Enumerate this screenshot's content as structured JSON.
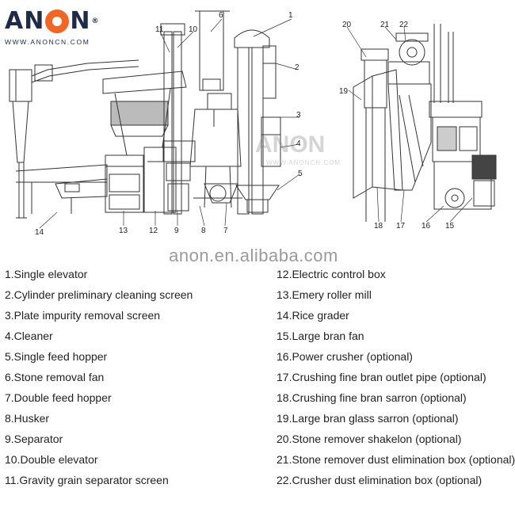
{
  "logo": {
    "brand_letters": [
      "A",
      "N",
      "O",
      "N"
    ],
    "registered": "®",
    "website": "WWW.ANONCN.COM"
  },
  "watermark": {
    "brand": "ANON",
    "website": "WWW.ANONCN.COM",
    "center_text": "anon.en.alibaba.com"
  },
  "diagram": {
    "callouts": [
      "1",
      "2",
      "3",
      "4",
      "5",
      "6",
      "7",
      "8",
      "9",
      "10",
      "11",
      "12",
      "13",
      "14",
      "15",
      "16",
      "17",
      "18",
      "19",
      "20",
      "21",
      "22"
    ]
  },
  "legend": {
    "left": [
      "1.Single elevator",
      "2.Cylinder preliminary  cleaning screen",
      "3.Plate impurity removal screen",
      "4.Cleaner",
      "5.Single feed hopper",
      "6.Stone removal  fan",
      "7.Double feed hopper",
      "8.Husker",
      "9.Separator",
      "10.Double elevator",
      "11.Gravity grain separator screen"
    ],
    "right": [
      "12.Electric control box",
      "13.Emery roller mill",
      "14.Rice grader",
      "15.Large bran fan",
      "16.Power crusher  (optional)",
      "17.Crushing fine bran outlet pipe  (optional)",
      "18.Crushing fine bran sarron   (optional)",
      "19.Large bran glass sarron   (optional)",
      "20.Stone remover shakelon   (optional)",
      "21.Stone remover dust elimination box   (optional)",
      "22.Crusher dust elimination box   (optional)"
    ]
  },
  "colors": {
    "brand_dark": "#1e2a4a",
    "brand_orange": "#f26522",
    "line_art": "#333333",
    "watermark_gray": "#9a9a9a"
  }
}
